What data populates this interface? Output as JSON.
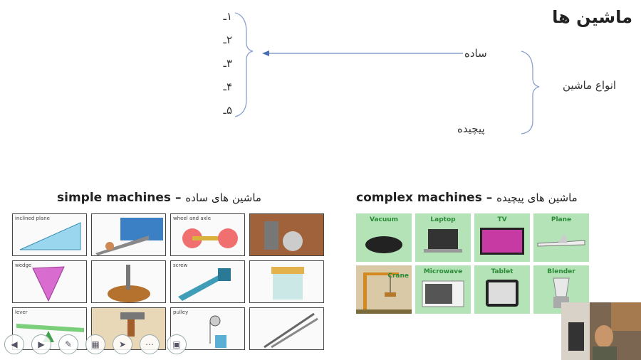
{
  "slide": {
    "title": "ماشین ها",
    "numbers": [
      "۱ـ",
      "۲ـ",
      "۳ـ",
      "۴ـ",
      "۵ـ"
    ],
    "types_label": "انواع ماشین",
    "simple_label": "ساده",
    "complex_label": "پیچیده"
  },
  "simple_section": {
    "caption_fa": "ماشین های ساده",
    "caption_en": "simple machines",
    "cells": [
      "inclined plane",
      "",
      "wheel and axle",
      "",
      "wedge",
      "",
      "screw",
      "",
      "lever",
      "",
      "pulley",
      ""
    ]
  },
  "complex_section": {
    "caption_fa": "ماشین های پیچیده",
    "caption_en": "complex machines",
    "tiles": [
      "Vacuum",
      "Laptop",
      "TV",
      "Plane",
      "Crane",
      "Microwave",
      "Tablet",
      "Blender"
    ]
  },
  "toolbar": {
    "icons": [
      "prev-icon",
      "next-icon",
      "pen-icon",
      "slides-icon",
      "pointer-icon",
      "more-icon",
      "zoom-icon"
    ]
  },
  "colors": {
    "arrow": "#4a6fb0",
    "tile_green": "#b5e3b8",
    "tile_text": "#2a8a36"
  }
}
